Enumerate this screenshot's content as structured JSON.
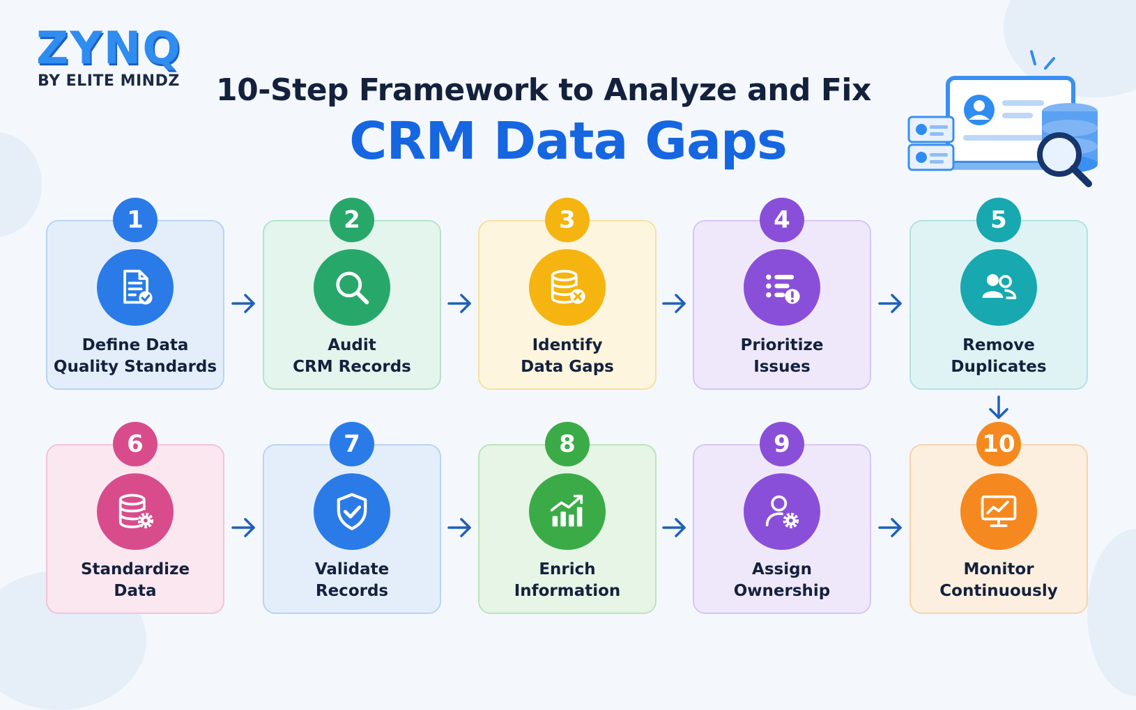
{
  "brand": {
    "logo_text": "ZYNQ",
    "logo_sub": "BY ELITE MINDZ",
    "primary_color": "#2f8cf0"
  },
  "header": {
    "title": "10-Step Framework to Analyze and Fix",
    "subtitle": "CRM Data Gaps"
  },
  "steps": [
    {
      "number": "1",
      "line1": "Define Data",
      "line2": "Quality Standards",
      "icon": "document-check-icon",
      "color": "#2a7be8",
      "bg": "#e4eefb",
      "border": "#b9d3f2"
    },
    {
      "number": "2",
      "line1": "Audit",
      "line2": "CRM Records",
      "icon": "magnifier-icon",
      "color": "#27a86a",
      "bg": "#e3f5ec",
      "border": "#b7e2cb"
    },
    {
      "number": "3",
      "line1": "Identify",
      "line2": "Data Gaps",
      "icon": "database-error-icon",
      "color": "#f5b40f",
      "bg": "#fdf5dd",
      "border": "#f6e0a4"
    },
    {
      "number": "4",
      "line1": "Prioritize",
      "line2": "Issues",
      "icon": "list-alert-icon",
      "color": "#8a4fd8",
      "bg": "#efe8fb",
      "border": "#d6c6f2"
    },
    {
      "number": "5",
      "line1": "Remove",
      "line2": "Duplicates",
      "icon": "users-icon",
      "color": "#17a8b0",
      "bg": "#e0f3f4",
      "border": "#b3e1e4"
    },
    {
      "number": "6",
      "line1": "Standardize",
      "line2": "Data",
      "icon": "database-gear-icon",
      "color": "#d84c8c",
      "bg": "#fbe7f0",
      "border": "#f2c2d8"
    },
    {
      "number": "7",
      "line1": "Validate",
      "line2": "Records",
      "icon": "shield-check-icon",
      "color": "#2a7be8",
      "bg": "#e4eefb",
      "border": "#b9d3f2"
    },
    {
      "number": "8",
      "line1": "Enrich",
      "line2": "Information",
      "icon": "growth-chart-icon",
      "color": "#3bab48",
      "bg": "#e6f5e5",
      "border": "#bde3bb"
    },
    {
      "number": "9",
      "line1": "Assign",
      "line2": "Ownership",
      "icon": "user-gear-icon",
      "color": "#8a4fd8",
      "bg": "#efe8fb",
      "border": "#d6c6f2"
    },
    {
      "number": "10",
      "line1": "Monitor",
      "line2": "Continuously",
      "icon": "monitor-chart-icon",
      "color": "#f5891f",
      "bg": "#fdefe0",
      "border": "#f6d3ae"
    }
  ]
}
